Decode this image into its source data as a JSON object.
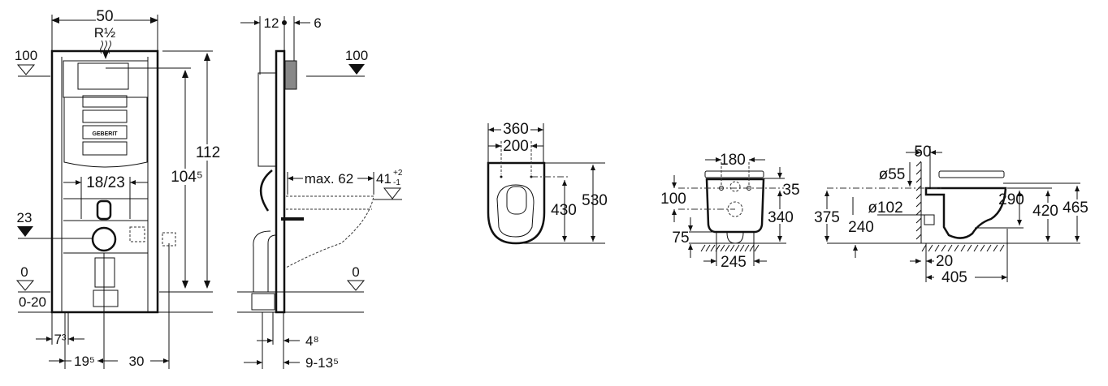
{
  "frame_front_view": {
    "width": "50",
    "thread": "R½",
    "level_top": "100",
    "height_total": "112",
    "height_to_supply": "104⁵",
    "flush_plate_range": "18/23",
    "level_drain": "23",
    "level_floor": "0",
    "floor_adjust": "0-20",
    "leg_offset": "7³",
    "offset_to_center": "19⁵",
    "center_to_power": "30",
    "brand": "GEBERIT"
  },
  "frame_side_view": {
    "depth_top": "12",
    "plate_offset": "6",
    "level_top": "100",
    "max_projection": "max. 62",
    "seat_height": "41",
    "seat_tolerance_plus": "+2",
    "seat_tolerance_minus": "-1",
    "level_floor": "0",
    "foot_depth": "4⁸",
    "wall_range": "9-13⁵"
  },
  "bowl_top_view": {
    "outer_width": "360",
    "bolt_spacing": "200",
    "bolt_to_front": "430",
    "length": "530"
  },
  "bowl_rear_view": {
    "bolt_spacing": "180",
    "bolt_from_top": "35",
    "bolt_to_inlet": "100",
    "bolt_height": "340",
    "outlet_height": "75",
    "base_width": "245"
  },
  "bowl_side_view": {
    "wall_gap": "50",
    "inlet_diameter": "ø55",
    "outlet_diameter": "ø102",
    "inlet_height": "375",
    "outlet_height": "240",
    "rim_to_outlet": "290",
    "rim_height": "420",
    "seat_height": "465",
    "wall_offset": "20",
    "projection": "405"
  }
}
